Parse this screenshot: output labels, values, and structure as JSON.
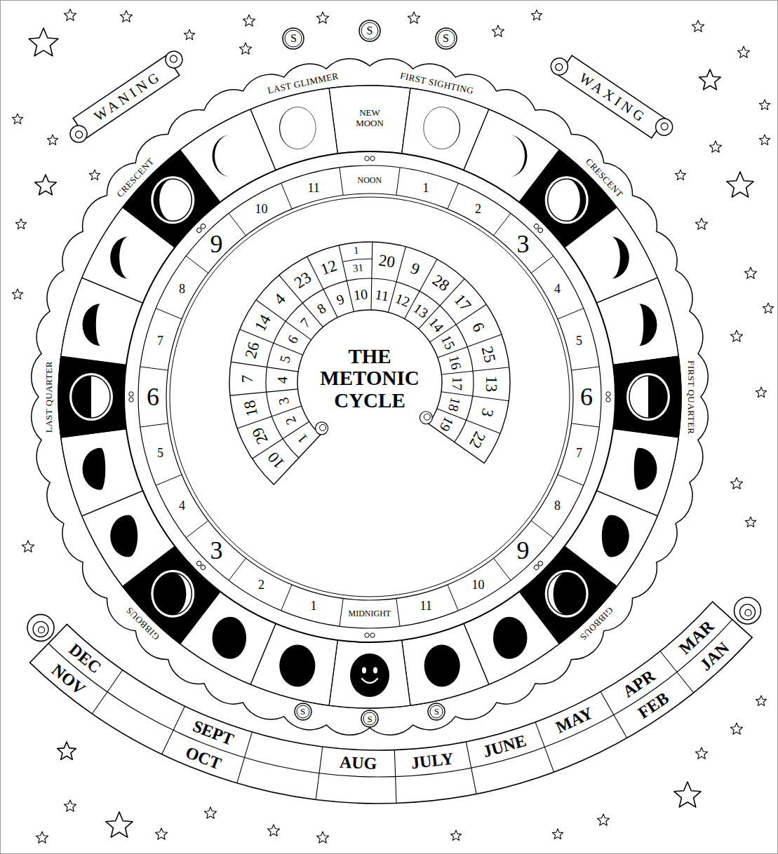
{
  "diagram": {
    "title": "THE METONIC CYCLE",
    "nodes": [
      {
        "text": [
          "S"
        ]
      },
      {
        "text": [
          "S"
        ]
      },
      {
        "text": [
          "S"
        ]
      },
      {
        "text": [
          "S"
        ]
      },
      {
        "text": [
          "S"
        ]
      },
      {
        "text": [
          "S"
        ]
      }
    ],
    "labels": [
      "WANING",
      "WAXING",
      "LAST GLIMMER",
      "FIRST SIGHTING",
      "NEW MOON",
      "CRESCENT",
      "CRESCENT",
      "LAST QUARTER",
      "FIRST QUARTER",
      "GIBBOUS",
      "GIBBOUS",
      "NOON",
      "1",
      "2",
      "3",
      "4",
      "5",
      "6",
      "7",
      "8",
      "9",
      "10",
      "11",
      "MIDNIGHT",
      "1",
      "2",
      "3",
      "4",
      "5",
      "6",
      "7",
      "8",
      "9",
      "10",
      "11",
      "1",
      "2",
      "3",
      "4",
      "5",
      "6",
      "7",
      "8",
      "9",
      "10",
      "11",
      "12",
      "13",
      "14",
      "15",
      "16",
      "17",
      "18",
      "19",
      "10",
      "29",
      "18",
      "7",
      "26",
      "14",
      "4",
      "23",
      "12",
      "1",
      "31",
      "20",
      "9",
      "28",
      "17",
      "6",
      "25",
      "13",
      "3",
      "22",
      "DEC",
      "NOV",
      "SEPT",
      "OCT",
      "AUG",
      "JULY",
      "JUNE",
      "MAY",
      "APR",
      "FEB",
      "MAR",
      "JAN"
    ]
  }
}
